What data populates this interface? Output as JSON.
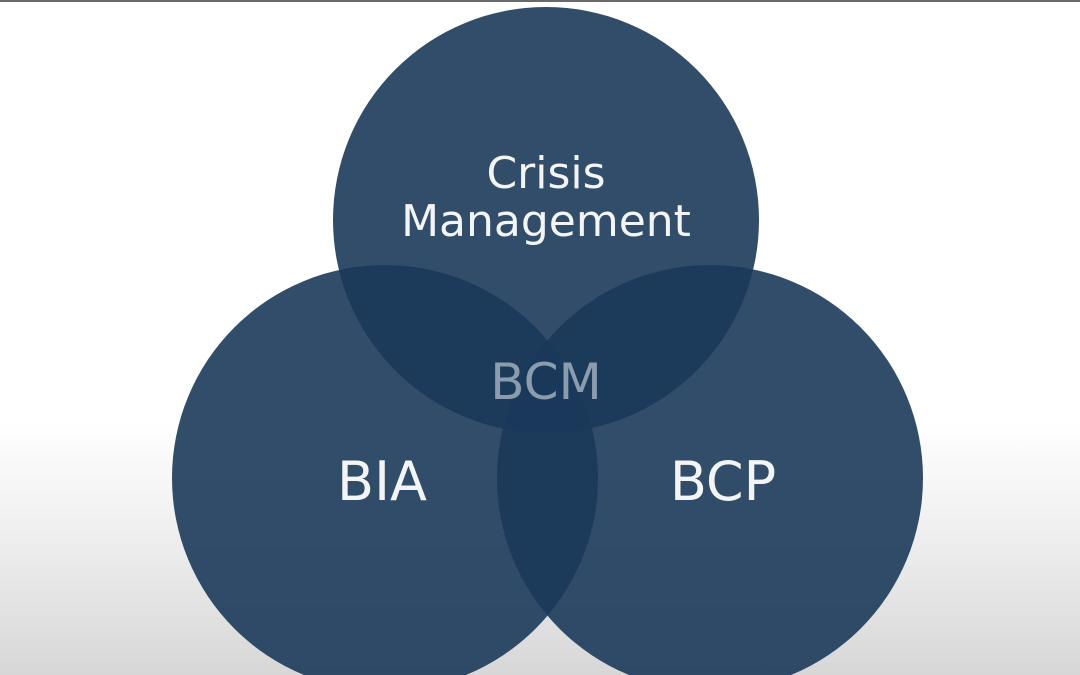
{
  "diagram": {
    "type": "venn",
    "colors": {
      "circle_fill": "#1b3a5a",
      "label_text": "#f2f4f6",
      "center_text": "#8a9cad"
    },
    "circles": {
      "top": {
        "label_line1": "Crisis",
        "label_line2": "Management"
      },
      "left": {
        "label": "BIA"
      },
      "right": {
        "label": "BCP"
      }
    },
    "center": {
      "label": "BCM"
    }
  }
}
